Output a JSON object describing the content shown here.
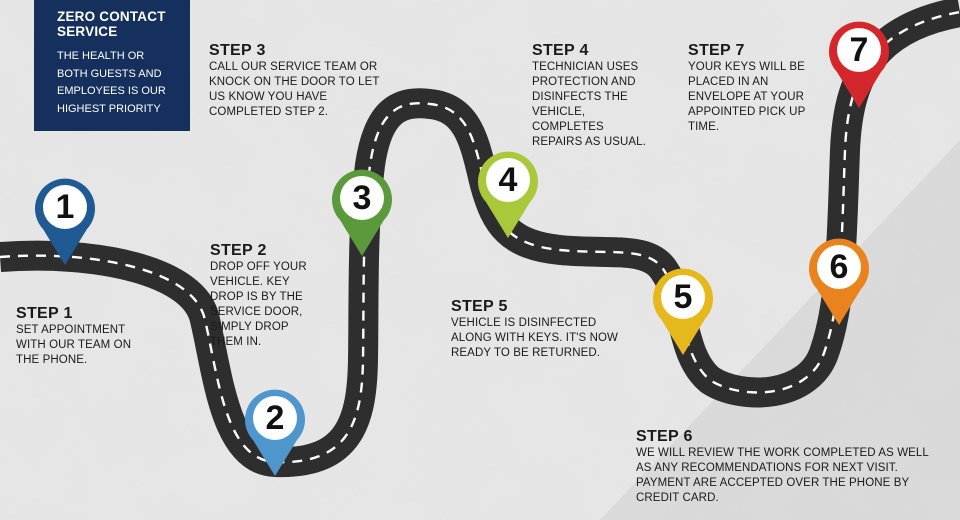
{
  "header": {
    "title": "ZERO CONTACT SERVICE",
    "subtitle": "THE HEALTH OR BOTH GUESTS AND EMPLOYEES IS OUR HIGHEST PRIORITY",
    "color": "#16305e"
  },
  "steps": [
    {
      "title": "STEP 1",
      "desc": "SET APPOINTMENT WITH OUR TEAM ON THE PHONE."
    },
    {
      "title": "STEP 2",
      "desc": "DROP OFF YOUR VEHICLE. KEY DROP IS BY THE SERVICE DOOR, SIMPLY DROP THEM IN."
    },
    {
      "title": "STEP 3",
      "desc": "CALL OUR SERVICE TEAM OR KNOCK ON THE DOOR TO LET US KNOW YOU HAVE COMPLETED STEP 2."
    },
    {
      "title": "STEP 4",
      "desc": "TECHNICIAN USES PROTECTION AND DISINFECTS THE VEHICLE, COMPLETES REPAIRS AS USUAL."
    },
    {
      "title": "STEP 5",
      "desc": "VEHICLE IS DISINFECTED ALONG WITH KEYS. IT'S NOW READY TO BE RETURNED."
    },
    {
      "title": "STEP 6",
      "desc": "WE WILL REVIEW THE WORK COMPLETED AS WELL AS ANY RECOMMENDATIONS FOR NEXT VISIT. PAYMENT ARE ACCEPTED OVER THE PHONE BY CREDIT CARD."
    },
    {
      "title": "STEP 7",
      "desc": "YOUR KEYS WILL BE PLACED IN AN ENVELOPE AT YOUR APPOINTED PICK UP TIME."
    }
  ],
  "pins": [
    {
      "number": "1",
      "color": "#1f5a93"
    },
    {
      "number": "2",
      "color": "#4f96cc"
    },
    {
      "number": "3",
      "color": "#5a9a3c"
    },
    {
      "number": "4",
      "color": "#a9c83a"
    },
    {
      "number": "5",
      "color": "#e5b91b"
    },
    {
      "number": "6",
      "color": "#e8831e"
    },
    {
      "number": "7",
      "color": "#d3272b"
    }
  ],
  "road_color": "#2e2e2e"
}
